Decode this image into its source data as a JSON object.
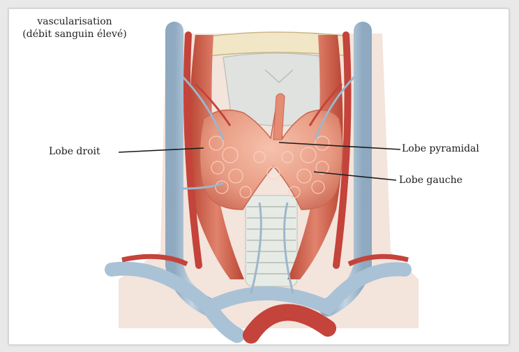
{
  "caption": {
    "line1": "vascularisation",
    "line2": "(débit sanguin élevé)"
  },
  "labels": {
    "lobe_droit": "Lobe droit",
    "lobe_pyramidal": "Lobe pyramidal",
    "lobe_gauche": "Lobe gauche"
  },
  "colors": {
    "vein": "#a9c2d6",
    "artery": "#c4433a",
    "thyroid": "#eba38c",
    "muscle": "#d86a57",
    "trachea": "#e4e8e4"
  }
}
